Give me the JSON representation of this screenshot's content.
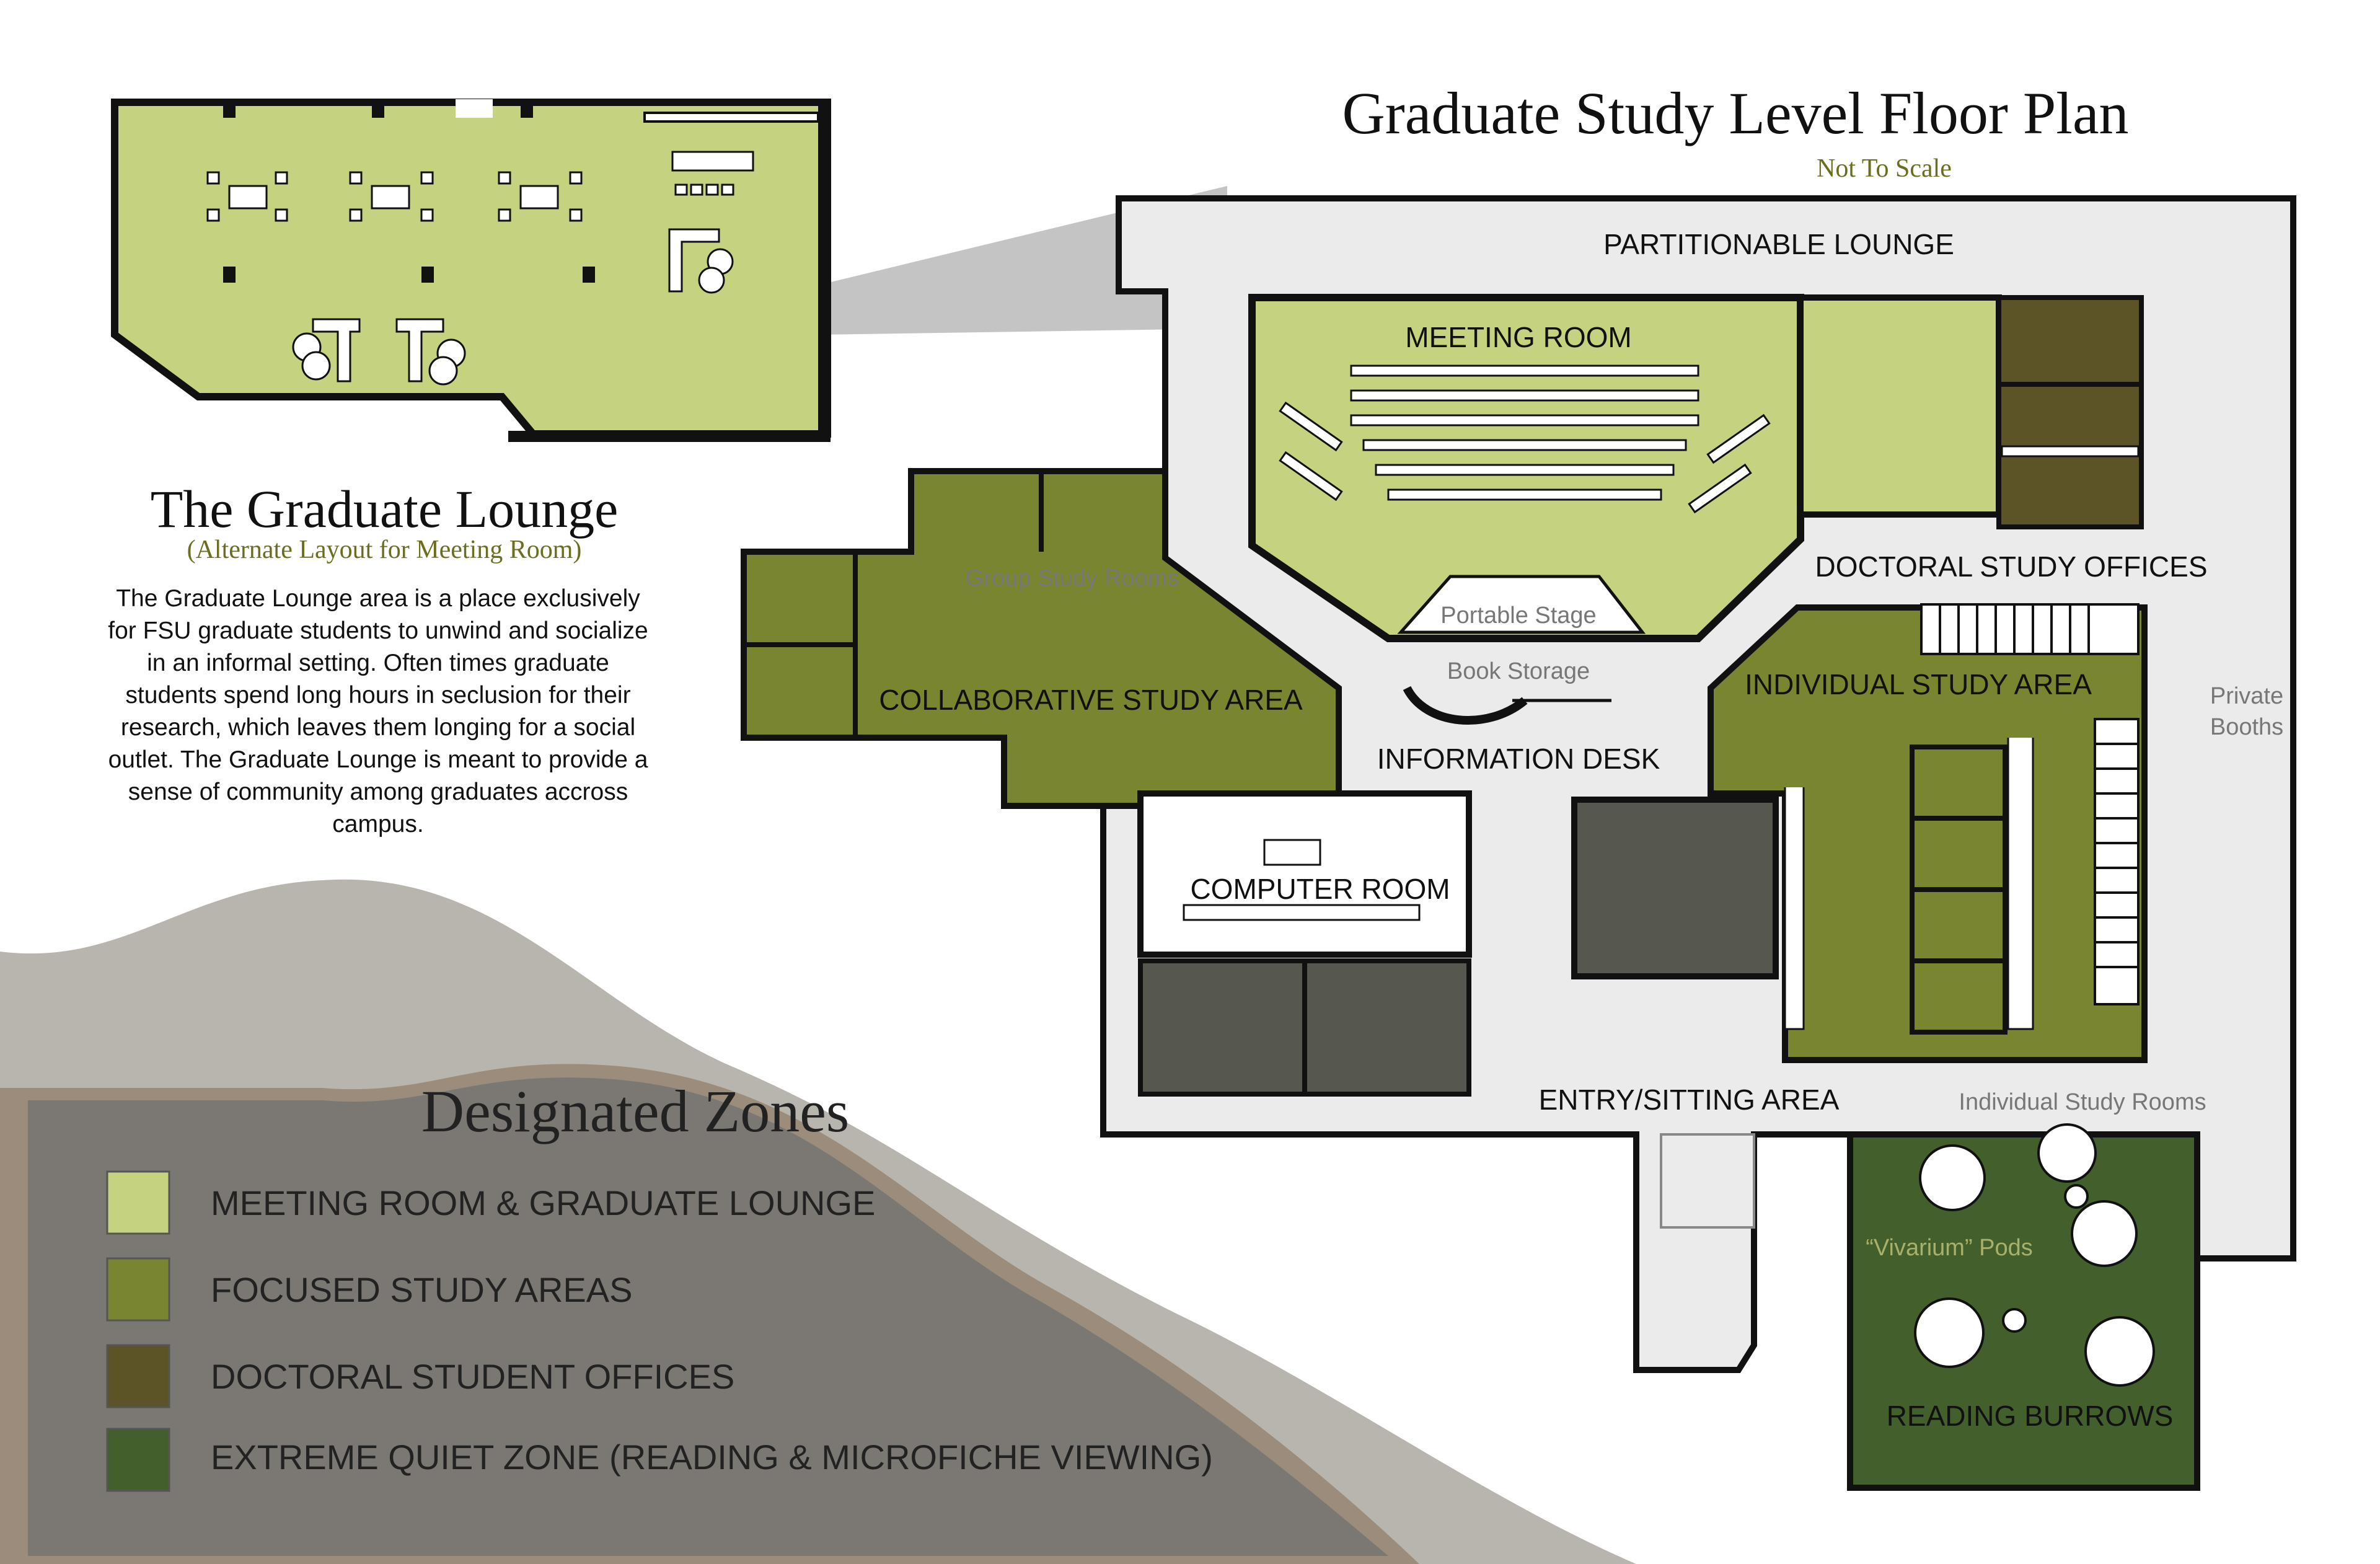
{
  "header": {
    "title": "Graduate Study Level Floor Plan",
    "subtitle": "Not To Scale"
  },
  "lounge": {
    "title": "The Graduate Lounge",
    "subtitle": "(Alternate Layout for Meeting Room)",
    "description": "The Graduate Lounge area is a place exclusively for FSU graduate students to unwind and socialize in an informal setting. Often times graduate students spend long hours in seclusion for their research, which leaves them longing for a social outlet. The Graduate Lounge is meant to provide a sense of community among graduates accross campus."
  },
  "rooms": {
    "partitionable_lounge": "PARTITIONABLE LOUNGE",
    "meeting_room": "MEETING ROOM",
    "portable_stage": "Portable Stage",
    "doctoral_offices": "DOCTORAL STUDY OFFICES",
    "group_study": "Group Study Rooms",
    "collaborative": "COLLABORATIVE STUDY AREA",
    "book_storage": "Book Storage",
    "info_desk": "INFORMATION DESK",
    "individual_area": "INDIVIDUAL STUDY AREA",
    "private_booths_1": "Private",
    "private_booths_2": "Booths",
    "computer_room": "COMPUTER ROOM",
    "entry": "ENTRY/SITTING AREA",
    "individual_rooms": "Individual Study Rooms",
    "vivarium": "“Vivarium” Pods",
    "reading_burrows": "READING BURROWS"
  },
  "legend": {
    "title": "Designated Zones",
    "items": [
      {
        "label": "MEETING ROOM & GRADUATE LOUNGE",
        "color": "#c5d27f"
      },
      {
        "label": "FOCUSED STUDY AREAS",
        "color": "#7a862f"
      },
      {
        "label": "DOCTORAL STUDENT OFFICES",
        "color": "#5c5427"
      },
      {
        "label": "EXTREME QUIET ZONE (READING & MICROFICHE VIEWING)",
        "color": "#435f2c"
      }
    ]
  },
  "colors": {
    "lounge": "#c5d27f",
    "focused": "#7a862f",
    "doctoral": "#5c5427",
    "quiet": "#435f2c",
    "corridor": "#ebebeb",
    "dark_room": "#56574f"
  }
}
